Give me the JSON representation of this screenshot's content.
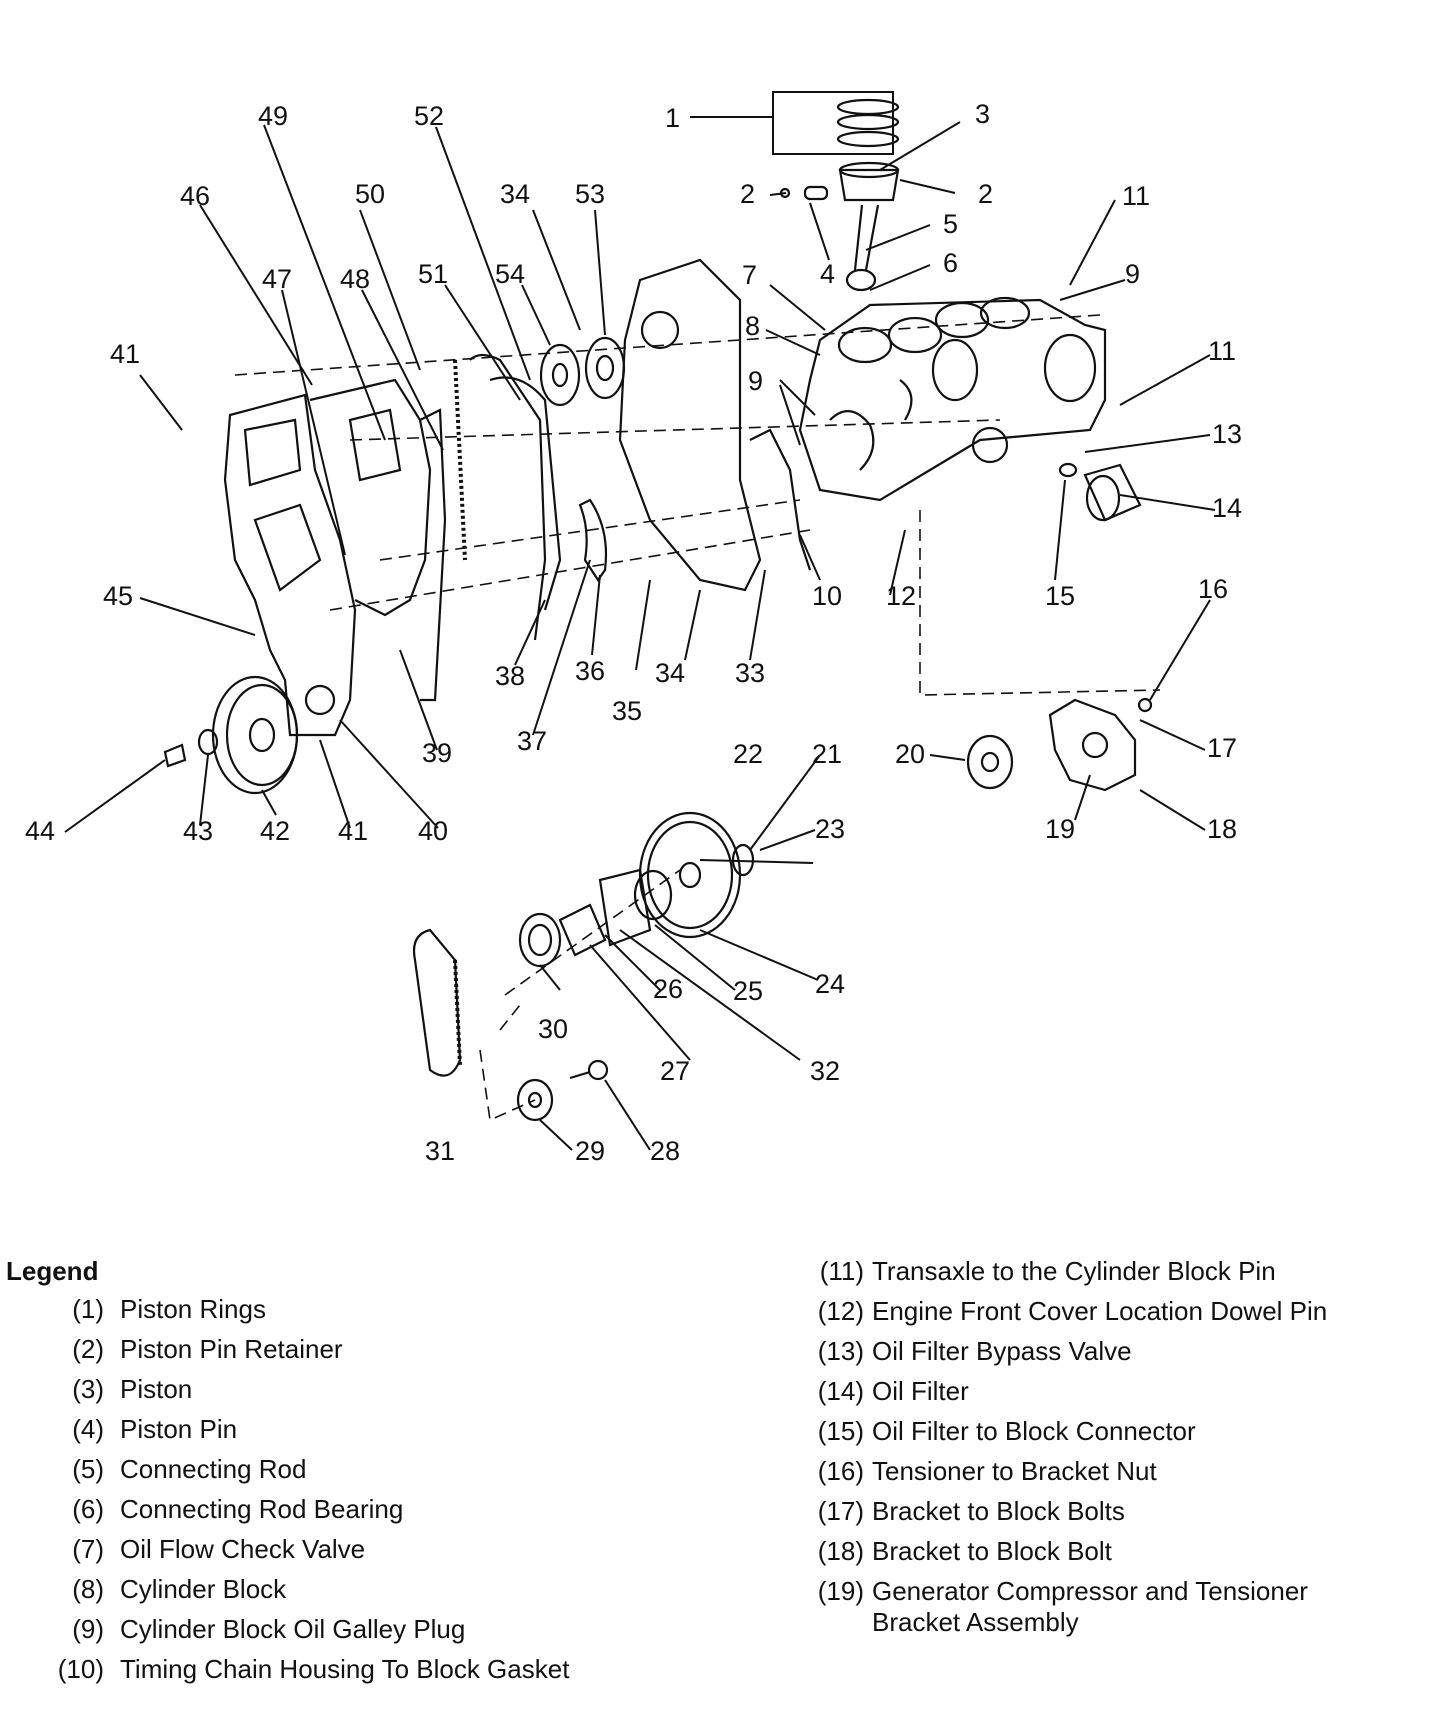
{
  "callouts": [
    "1",
    "2",
    "3",
    "4",
    "5",
    "6",
    "7",
    "8",
    "9",
    "10",
    "11",
    "12",
    "13",
    "14",
    "15",
    "16",
    "17",
    "18",
    "19",
    "20",
    "21",
    "22",
    "23",
    "24",
    "25",
    "26",
    "27",
    "28",
    "29",
    "30",
    "31",
    "32",
    "33",
    "34",
    "35",
    "36",
    "37",
    "38",
    "39",
    "40",
    "41",
    "42",
    "43",
    "44",
    "45",
    "46",
    "47",
    "48",
    "49",
    "50",
    "51",
    "52",
    "53",
    "54"
  ],
  "legend": {
    "title": "Legend",
    "items": [
      {
        "num": "(1)",
        "text": "Piston Rings"
      },
      {
        "num": "(2)",
        "text": "Piston Pin Retainer"
      },
      {
        "num": "(3)",
        "text": "Piston"
      },
      {
        "num": "(4)",
        "text": "Piston Pin"
      },
      {
        "num": "(5)",
        "text": "Connecting Rod"
      },
      {
        "num": "(6)",
        "text": "Connecting Rod Bearing"
      },
      {
        "num": "(7)",
        "text": "Oil Flow Check Valve"
      },
      {
        "num": "(8)",
        "text": "Cylinder Block"
      },
      {
        "num": "(9)",
        "text": "Cylinder Block Oil Galley Plug"
      },
      {
        "num": "(10)",
        "text": "Timing Chain Housing To Block Gasket"
      },
      {
        "num": "(11)",
        "text": "Transaxle to the Cylinder Block Pin"
      },
      {
        "num": "(12)",
        "text": "Engine Front Cover Location Dowel Pin"
      },
      {
        "num": "(13)",
        "text": "Oil Filter Bypass Valve"
      },
      {
        "num": "(14)",
        "text": "Oil Filter"
      },
      {
        "num": "(15)",
        "text": "Oil Filter to Block Connector"
      },
      {
        "num": "(16)",
        "text": "Tensioner to Bracket Nut"
      },
      {
        "num": "(17)",
        "text": "Bracket to Block Bolts"
      },
      {
        "num": "(18)",
        "text": "Bracket to Block Bolt"
      },
      {
        "num": "(19)",
        "text": "Generator Compressor and Tensioner\nBracket Assembly"
      }
    ]
  }
}
